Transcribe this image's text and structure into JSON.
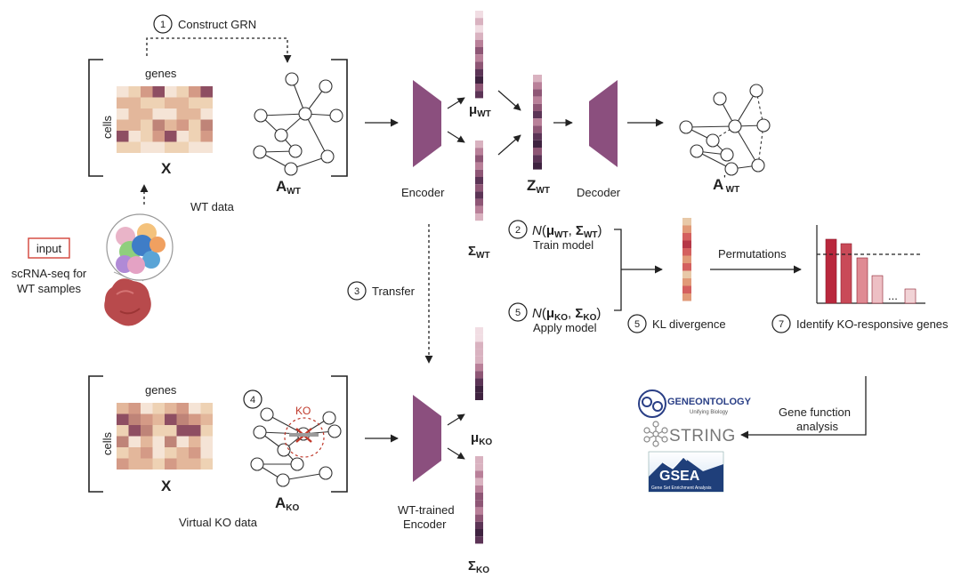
{
  "steps": {
    "construct": {
      "num": "1",
      "label": "Construct GRN"
    },
    "train": {
      "num": "2",
      "label": "Train model"
    },
    "transfer": {
      "num": "3",
      "label": "Transfer"
    },
    "ko": {
      "num": "4"
    },
    "apply": {
      "num": "5",
      "label": "Apply model"
    },
    "kl": {
      "num": "5",
      "label": "KL divergence"
    },
    "identify": {
      "num": "7",
      "label": "Identify KO-responsive genes"
    }
  },
  "wt": {
    "genes_label": "genes",
    "cells_label": "cells",
    "matrix_label": "X",
    "graph_label": "A",
    "graph_sub": "WT",
    "data_label": "WT data",
    "encoder_label": "Encoder",
    "mu": "μ",
    "mu_sub": "WT",
    "sigma": "Σ",
    "sigma_sub": "WT",
    "z": "Z",
    "z_sub": "WT",
    "decoder_label": "Decoder",
    "recon": "A",
    "recon_prime": "'",
    "recon_sub": "WT",
    "dist_n": "N",
    "dist_open": "(",
    "dist_mu": "μ",
    "dist_mu_sub": "WT",
    "dist_comma": ", ",
    "dist_sigma": "Σ",
    "dist_sigma_sub": "WT",
    "dist_close": ")"
  },
  "ko": {
    "genes_label": "genes",
    "cells_label": "cells",
    "matrix_label": "X",
    "graph_label": "A",
    "graph_sub": "KO",
    "ko_tag": "KO",
    "data_label": "Virtual KO data",
    "encoder_line1": "WT-trained",
    "encoder_line2": "Encoder",
    "mu": "μ",
    "mu_sub": "KO",
    "sigma": "Σ",
    "sigma_sub": "KO",
    "dist_n": "N",
    "dist_open": "(",
    "dist_mu": "μ",
    "dist_mu_sub": "KO",
    "dist_comma": ", ",
    "dist_sigma": "Σ",
    "dist_sigma_sub": "KO",
    "dist_close": ")"
  },
  "input": {
    "box_label": "input",
    "caption_line1": "scRNA-seq for",
    "caption_line2": "WT samples"
  },
  "analysis": {
    "permutations_label": "Permutations",
    "ellipsis": "...",
    "gene_function_line1": "Gene function",
    "gene_function_line2": "analysis",
    "geneontology_brand": "GENEONTOLOGY",
    "geneontology_tagline": "Unifying Biology",
    "string_brand": "STRING",
    "gsea_brand": "GSEA",
    "gsea_tagline": "Gene Set Enrichment Analysis"
  },
  "colors": {
    "matrix_palette": [
      "#f5e4d6",
      "#eed2b4",
      "#e3b79b",
      "#d49a86",
      "#bf8478",
      "#8e4e62"
    ],
    "encoder": "#8b4f7e",
    "vector_palette": [
      "#f1dde3",
      "#d9b2c0",
      "#b98099",
      "#8e5675",
      "#5c3456",
      "#3f2340"
    ],
    "kl_palette": [
      "#e8c9a8",
      "#e19a78",
      "#d4605f",
      "#b53747"
    ],
    "bars": [
      "#b9283d",
      "#c94a58",
      "#df8a93",
      "#edbfc4",
      "#f1d3d6"
    ],
    "input_border": "#d34339",
    "ko_red": "#c0392b",
    "gsea_blue": "#1f3f7a"
  }
}
